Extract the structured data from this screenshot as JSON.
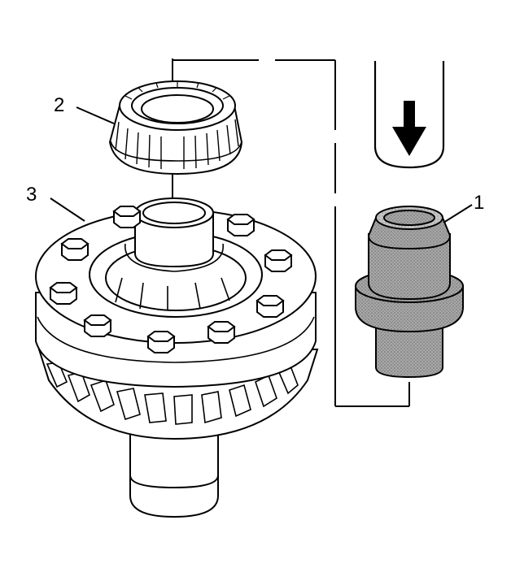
{
  "callouts": {
    "tool": "1",
    "bearing": "2",
    "differential_case": "3"
  },
  "colors": {
    "line": "#000000",
    "background": "#ffffff",
    "tool_fill": "#9a9a9a",
    "tool_fill_light": "#b8b8b8"
  },
  "icons": {
    "press_direction": "down-arrow-icon"
  }
}
